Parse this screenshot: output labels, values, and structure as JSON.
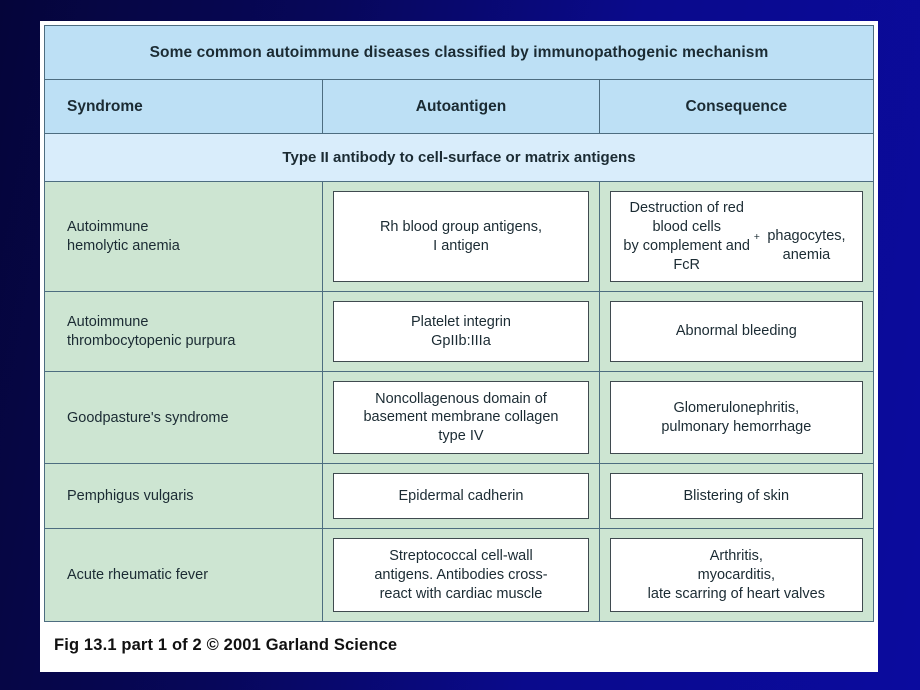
{
  "slide": {
    "background_left_color": "#05053a",
    "background_right_color": "#0b0b9e",
    "panel_color": "#ffffff"
  },
  "table": {
    "title": "Some common autoimmune diseases classified by immunopathogenic mechanism",
    "title_band_color": "#bde0f5",
    "header_band_color": "#bde0f5",
    "section_band_color": "#d9edfb",
    "syndrome_column_color": "#cde5d2",
    "columns": [
      {
        "key": "syndrome",
        "label": "Syndrome"
      },
      {
        "key": "autoantigen",
        "label": "Autoantigen"
      },
      {
        "key": "consequence",
        "label": "Consequence"
      }
    ],
    "section_label": "Type II antibody to cell-surface or matrix antigens",
    "rows": [
      {
        "syndrome": "Autoimmune\nhemolytic anemia",
        "autoantigen": "Rh blood group antigens,\nI antigen",
        "consequence_pre": "Destruction of red blood cells\nby complement and FcR",
        "consequence_sup": "+",
        "consequence_post": "\nphagocytes, anemia"
      },
      {
        "syndrome": "Autoimmune\nthrombocytopenic purpura",
        "autoantigen": "Platelet integrin\nGpIIb:IIIa",
        "consequence": "Abnormal bleeding"
      },
      {
        "syndrome": "Goodpasture's syndrome",
        "autoantigen": "Noncollagenous domain of\nbasement membrane collagen\ntype IV",
        "consequence": "Glomerulonephritis,\npulmonary hemorrhage"
      },
      {
        "syndrome": "Pemphigus vulgaris",
        "autoantigen": "Epidermal cadherin",
        "consequence": "Blistering of skin"
      },
      {
        "syndrome": "Acute rheumatic fever",
        "autoantigen": "Streptococcal cell-wall\nantigens. Antibodies cross-\nreact with cardiac muscle",
        "consequence": "Arthritis,\nmyocarditis,\nlate scarring of heart valves"
      }
    ]
  },
  "caption": {
    "text": "Fig 13.1 part 1 of 2  © 2001 Garland Science"
  }
}
